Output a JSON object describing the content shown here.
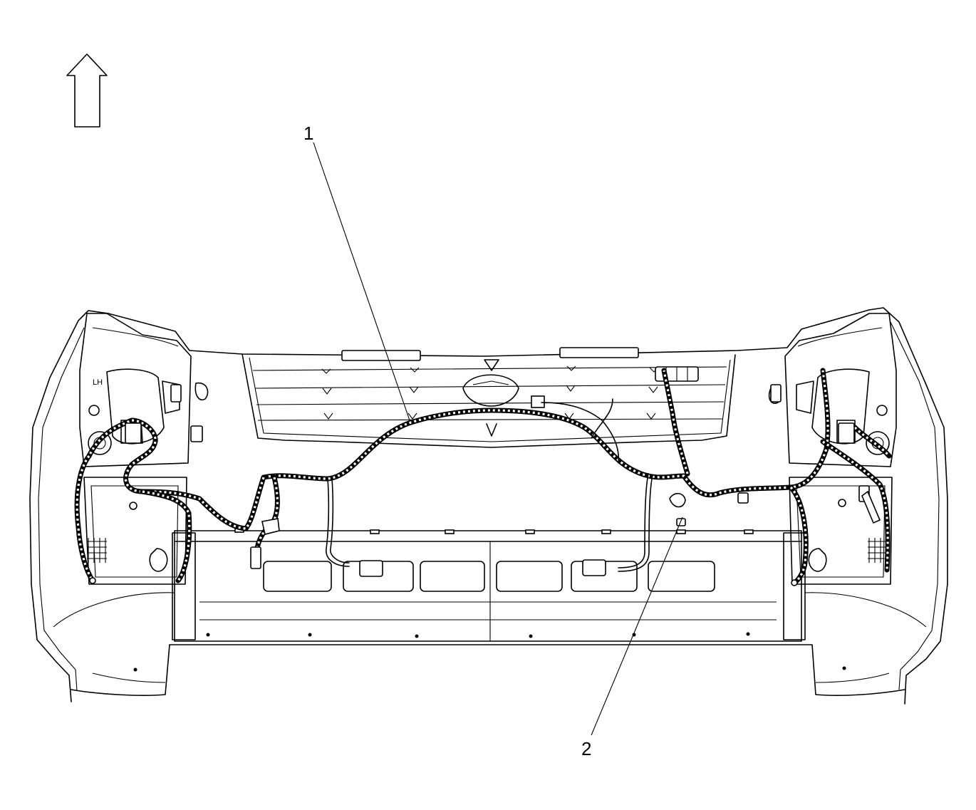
{
  "diagram": {
    "callouts": [
      {
        "id": "1",
        "label": "1"
      },
      {
        "id": "2",
        "label": "2"
      }
    ],
    "direction_indicator": "up-arrow-icon",
    "lamp_marking": "LH"
  }
}
